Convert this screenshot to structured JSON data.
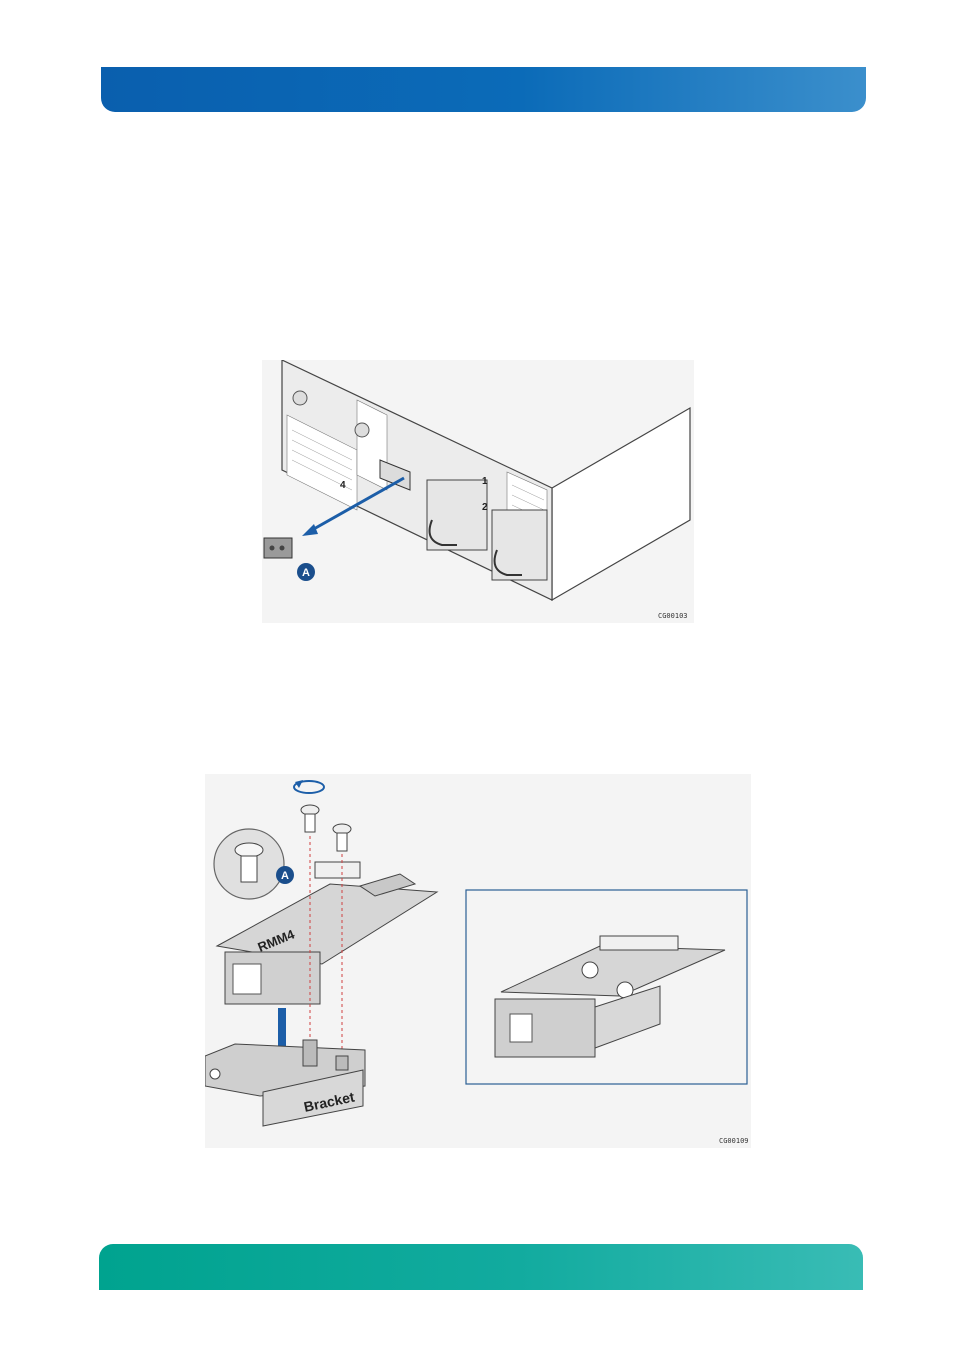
{
  "figures": [
    {
      "id": "CG00103",
      "callout": "A",
      "bay_labels": [
        "4",
        "1",
        "2"
      ]
    },
    {
      "id": "CG00109",
      "callout": "A",
      "module_label": "RMM4",
      "bracket_label": "Bracket"
    }
  ],
  "colors": {
    "header_band": "#0b6bb8",
    "footer_band": "#12ab9f",
    "callout_blue": "#1a4e8c",
    "arrow_blue": "#1c5ea8"
  }
}
